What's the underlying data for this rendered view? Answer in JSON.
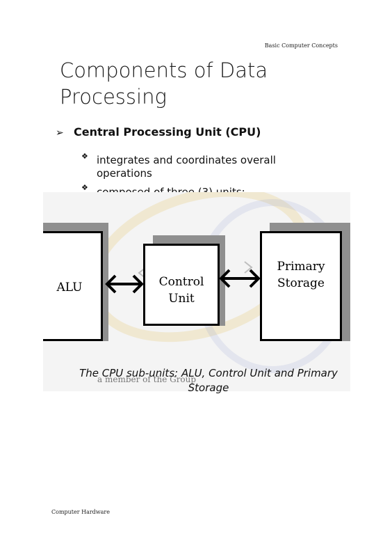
{
  "header": {
    "right_text": "Basic Computer Concepts"
  },
  "title": "Components of Data Processing",
  "main_bullet": {
    "glyph": "➢",
    "text": "Central Processing Unit (CPU)"
  },
  "sub_bullets": [
    {
      "glyph": "❖",
      "text": "integrates and coordinates overall operations"
    },
    {
      "glyph": "❖",
      "text": "composed of three (3) units:"
    }
  ],
  "diagram": {
    "alu_label": "ALU",
    "control_unit_label": "Control Unit",
    "primary_storage_label": "Primary Storage",
    "watermark_text": "a member of the                               Group"
  },
  "caption": "The CPU sub-units: ALU, Control Unit and Primary Storage",
  "footer": {
    "left_text": "Computer Hardware"
  }
}
